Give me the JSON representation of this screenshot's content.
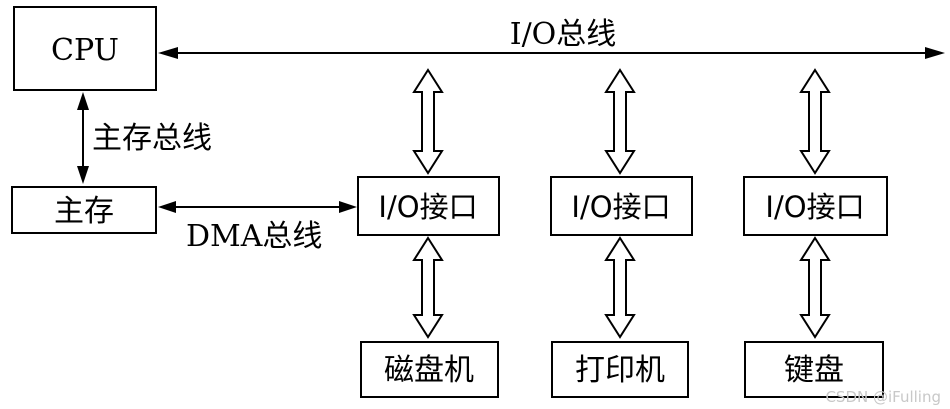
{
  "nodes": {
    "cpu": "CPU",
    "main_memory": "主存",
    "io_interface_1": "I/O接口",
    "io_interface_2": "I/O接口",
    "io_interface_3": "I/O接口",
    "disk": "磁盘机",
    "printer": "打印机",
    "keyboard": "键盘"
  },
  "buses": {
    "io_bus": "I/O总线",
    "memory_bus": "主存总线",
    "dma_bus": "DMA总线"
  },
  "watermark": "CSDN @iFulling"
}
